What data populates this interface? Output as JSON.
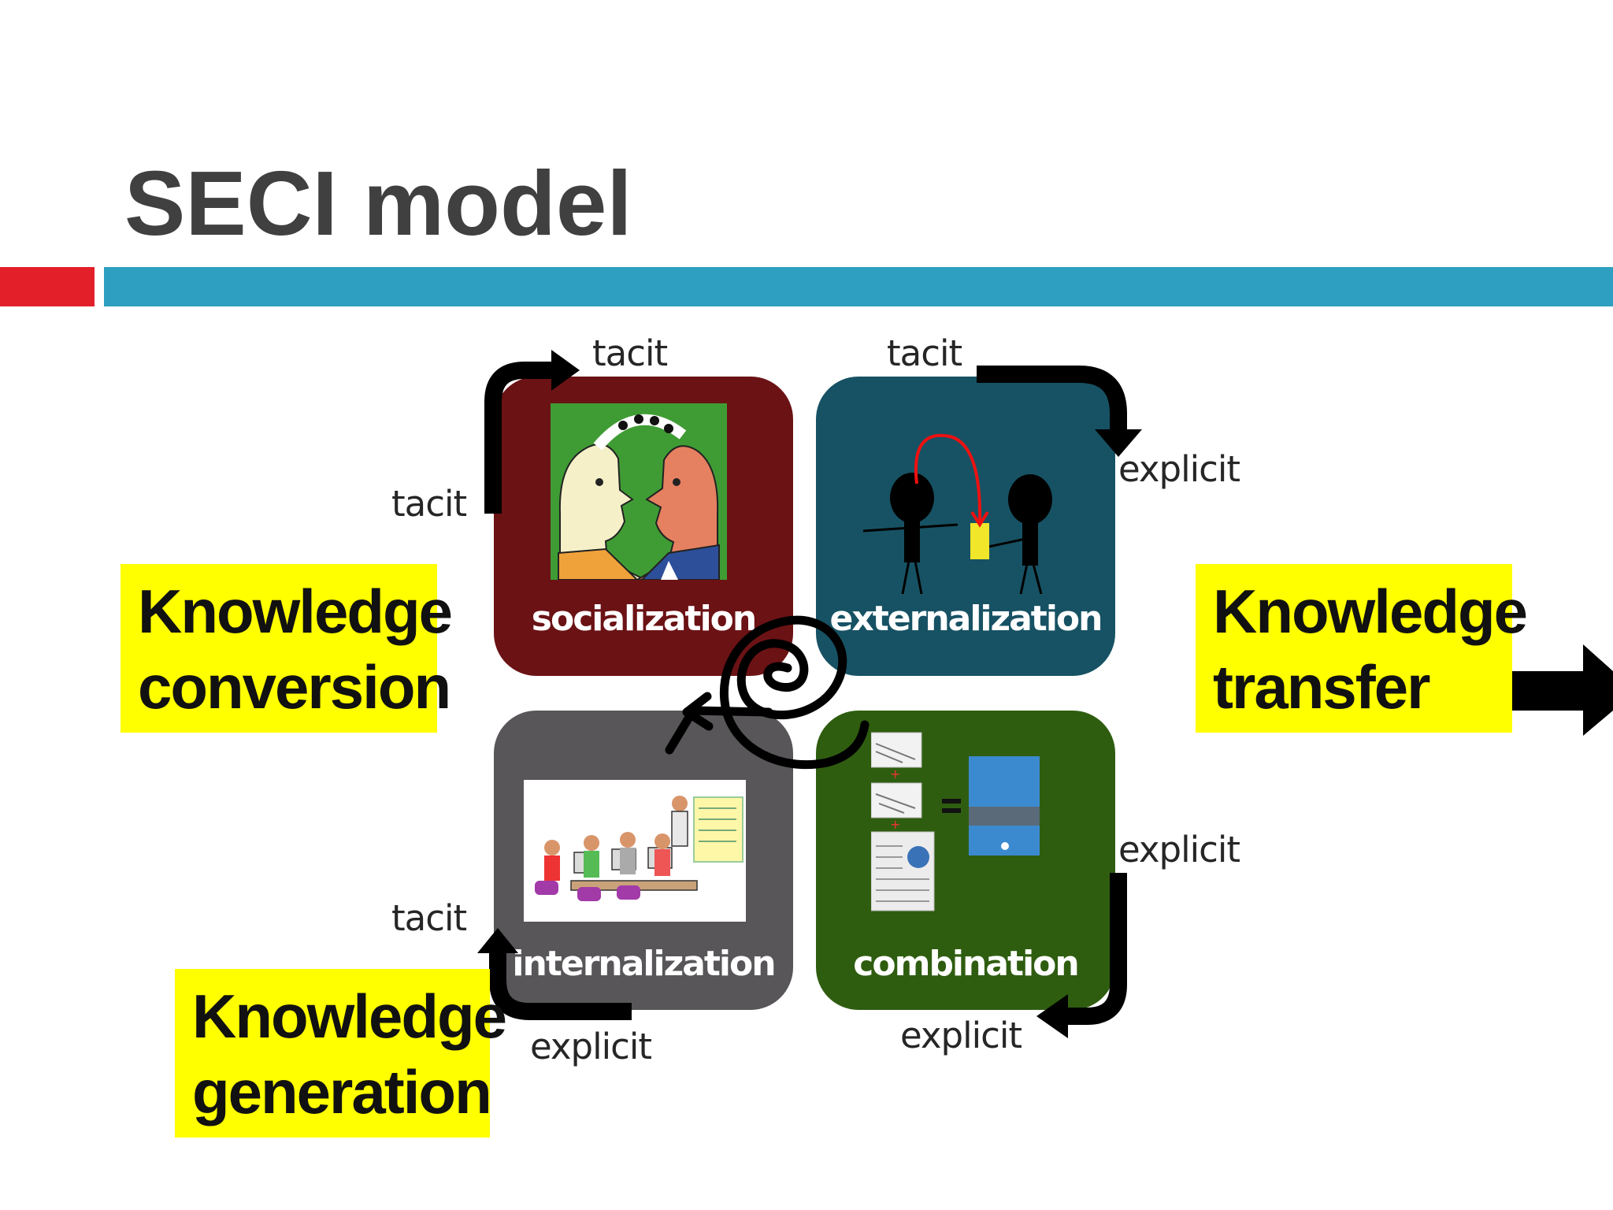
{
  "slide": {
    "title": "SECI model",
    "colors": {
      "title": "#404040",
      "red_bar": "#e3202a",
      "blue_bar": "#2e9fc0",
      "highlight": "#ffff00"
    }
  },
  "quadrants": [
    {
      "label": "socialization",
      "color": "#6b1215",
      "image": "two-people-exchanging-cards"
    },
    {
      "label": "externalization",
      "color": "#175264",
      "image": "stick-figures-passing-note"
    },
    {
      "label": "internalization",
      "color": "#585659",
      "image": "classroom-training-scene"
    },
    {
      "label": "combination",
      "color": "#2f5d10",
      "image": "documents-combined-into-chart"
    }
  ],
  "flow_labels": {
    "soc_in": "tacit",
    "soc_out": "tacit",
    "ext_in": "tacit",
    "ext_out": "explicit",
    "com_in": "explicit",
    "com_out": "explicit",
    "int_in": "explicit",
    "int_out": "tacit"
  },
  "highlights": {
    "conversion": {
      "line1": "Knowledge",
      "line2": "conversion"
    },
    "transfer": {
      "line1": "Knowledge",
      "line2": "transfer"
    },
    "generation": {
      "line1": "Knowledge",
      "line2": "generation"
    }
  },
  "annotations": {
    "center_spiral": "spiral-arrow-icon",
    "transfer_arrow": "right-arrow-icon"
  }
}
